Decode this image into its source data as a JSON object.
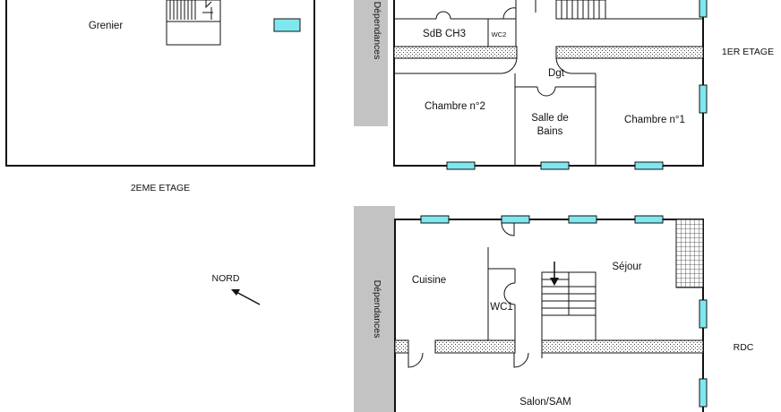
{
  "floors": {
    "second": {
      "label": "2EME ETAGE",
      "rooms": {
        "attic": "Grenier"
      }
    },
    "first": {
      "label": "1ER ETAGE",
      "annex_label": "Dépendances",
      "rooms": {
        "bath3": "SdB CH3",
        "wc2": "WC2",
        "hall": "Dgt",
        "bedroom2": "Chambre n°2",
        "bathroom_line1": "Salle de",
        "bathroom_line2": "Bains",
        "bedroom1": "Chambre n°1"
      }
    },
    "ground": {
      "label": "RDC",
      "annex_label": "Dépendances",
      "rooms": {
        "kitchen": "Cuisine",
        "living": "Séjour",
        "wc1": "WC1",
        "lounge": "Salon/SAM"
      }
    }
  },
  "compass": {
    "label": "NORD"
  },
  "colors": {
    "window": "#7ee8ee",
    "annex": "#c3c3c3",
    "wall": "#111111"
  }
}
